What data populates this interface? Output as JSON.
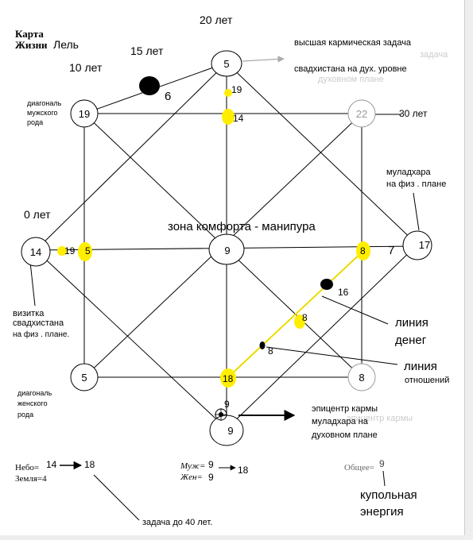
{
  "title": {
    "line1": "Карта",
    "line2": "Жизни",
    "name": "Лель"
  },
  "ages": {
    "top": "20 лет",
    "upper_left_dot": "15 лет",
    "upper_left": "10 лет",
    "right": "30 лет",
    "left": "0 лет"
  },
  "nodes": {
    "top": "5",
    "upper_left": "19",
    "upper_right": "22",
    "left": "14",
    "center": "9",
    "right": "17",
    "lower_left": "5",
    "lower_right": "8",
    "bottom": "9",
    "near_top": "19",
    "upper_mid": "14",
    "left_inner_a": "19",
    "left_inner_b": "5",
    "right_inner": "8",
    "money_upper": "16",
    "money_mid": "8",
    "relations": "8",
    "lower_mid": "18",
    "epicenter": "9",
    "dot_15": "6",
    "right_side_value": "7"
  },
  "labels": {
    "top_task_1": "высшая кармическая задача",
    "top_task_2": "свадхистана на дух. уровне",
    "top_task_ghost": "духовном плане",
    "top_task_ghost2": "задача",
    "male_diag_1": "диагональ",
    "male_diag_2": "мужского",
    "male_diag_3": "рода",
    "muladhara_phys_1": "муладхара",
    "muladhara_phys_2": "на физ . плане",
    "comfort_zone": "зона комфорта - манипура",
    "vizitka_1": "визитка",
    "vizitka_2": "свадхистана",
    "vizitka_3": "на физ . плане.",
    "money_1": "линия",
    "money_2": "денег",
    "relations_1": "линия",
    "relations_2": "отношений",
    "female_diag_1": "диагональ",
    "female_diag_2": "женского",
    "female_diag_3": "рода",
    "epicenter_1": "эпицентр кармы",
    "epicenter_2": "муладхара на",
    "epicenter_3": "духовном плане",
    "epicenter_ghost": "эпицентр кармы",
    "cupola_1": "купольная",
    "cupola_2": "энергия",
    "task_40": "задача до 40 лет."
  },
  "bottom_calc": {
    "sky_label": "Небо=",
    "sky_value": "14",
    "sky_result": "18",
    "earth_label": "Земля=4",
    "male_label": "Муж=",
    "male_value": "9",
    "female_label": "Жен=",
    "female_value": "9",
    "mf_result": "18",
    "common_label": "Общее=",
    "common_value": "9"
  },
  "colors": {
    "yellow": "#ffee00",
    "line": "#000000",
    "grey_node": "#9a9a9a"
  }
}
